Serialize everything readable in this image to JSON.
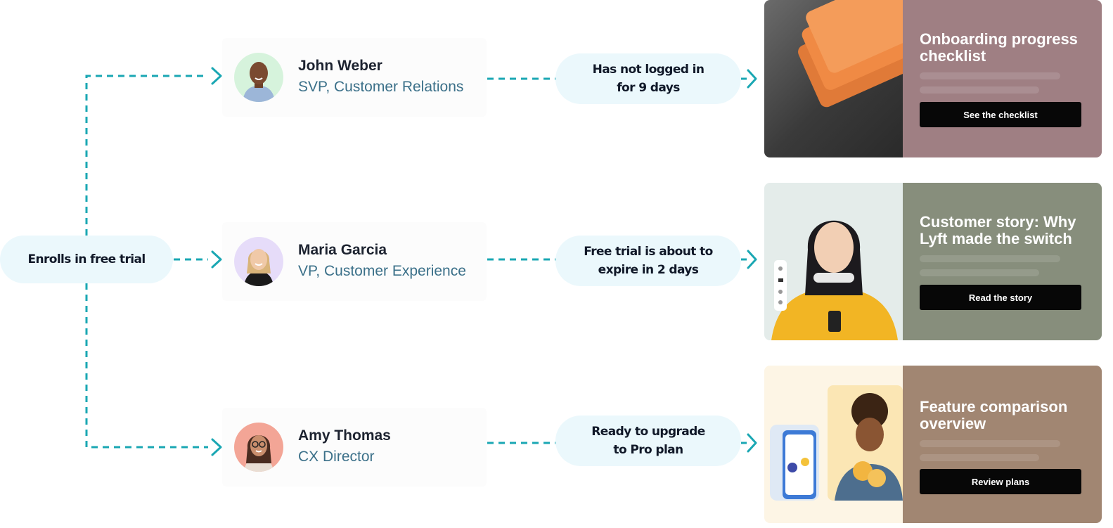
{
  "trigger": {
    "label": "Enrolls in free trial"
  },
  "contacts": [
    {
      "name": "John Weber",
      "title": "SVP, Customer Relations",
      "avatar_bg": "#d6f3dc",
      "skin": "#7a4a30"
    },
    {
      "name": "Maria Garcia",
      "title": "VP, Customer Experience",
      "avatar_bg": "#e6dcf9",
      "skin": "#f0c9a8"
    },
    {
      "name": "Amy Thomas",
      "title": "CX Director",
      "avatar_bg": "#f3a596",
      "skin": "#c98e6d"
    }
  ],
  "conditions": [
    {
      "line1": "Has not logged in",
      "line2": "for 9 days"
    },
    {
      "line1": "Free trial is about to",
      "line2": "expire in 2 days"
    },
    {
      "line1": "Ready to upgrade",
      "line2": "to Pro plan"
    }
  ],
  "cards": [
    {
      "title_line1": "Onboarding progress",
      "title_line2": "checklist",
      "button": "See the checklist",
      "panel_color": "#9f7f83"
    },
    {
      "title_line1": "Customer story: Why",
      "title_line2": "Lyft made the switch",
      "button": "Read the story",
      "panel_color": "#878e7c"
    },
    {
      "title_line1": "Feature comparison",
      "title_line2": "overview",
      "button": "Review plans",
      "panel_color": "#a18672"
    }
  ],
  "colors": {
    "connector": "#1aa7b3",
    "pill_bg": "#ebf8fc",
    "accent_text": "#3b7089"
  }
}
